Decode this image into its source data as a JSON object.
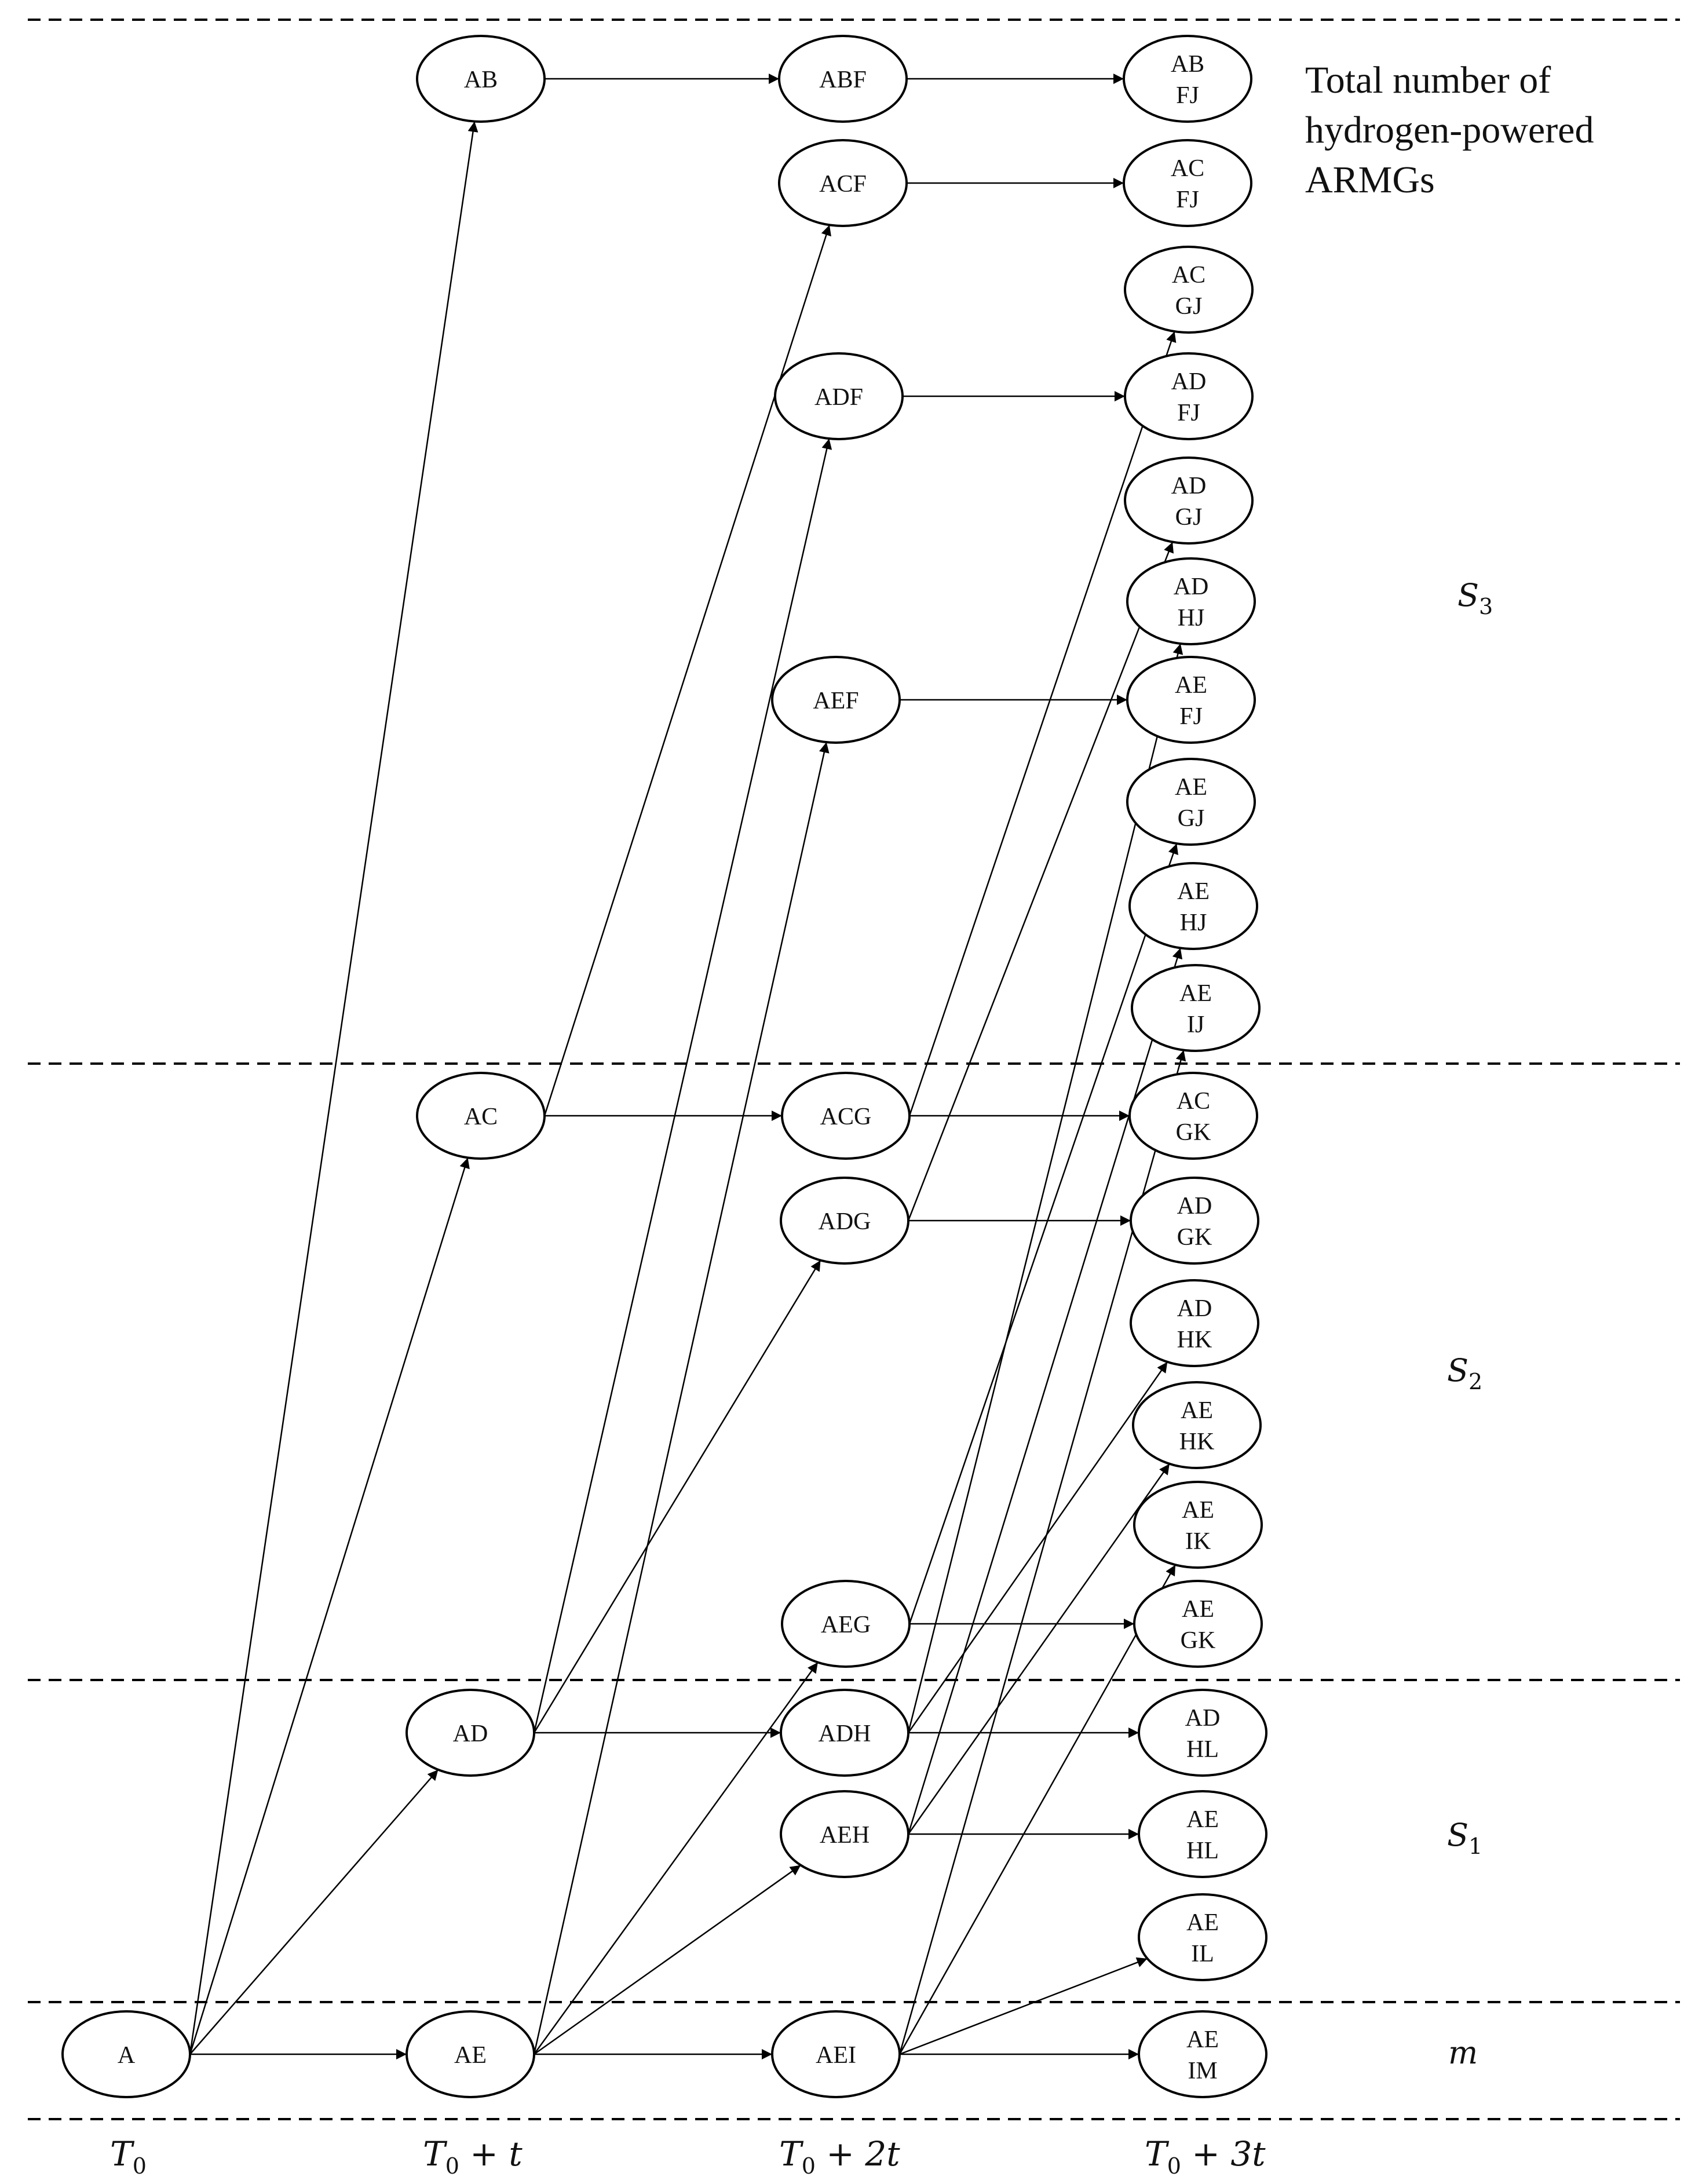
{
  "title_lines": [
    "Total number of",
    "hydrogen-powered",
    "ARMGs"
  ],
  "band_labels": [
    {
      "id": "S3",
      "base": "S",
      "sub": "3"
    },
    {
      "id": "S2",
      "base": "S",
      "sub": "2"
    },
    {
      "id": "S1",
      "base": "S",
      "sub": "1"
    },
    {
      "id": "m",
      "base": "m",
      "sub": ""
    }
  ],
  "time_labels": [
    {
      "base": "T",
      "sub": "0",
      "rest": ""
    },
    {
      "base": "T",
      "sub": "0",
      "rest": " + t"
    },
    {
      "base": "T",
      "sub": "0",
      "rest": " + 2t"
    },
    {
      "base": "T",
      "sub": "0",
      "rest": " + 3t"
    }
  ],
  "nodes": [
    {
      "id": "A",
      "lines": [
        "A"
      ]
    },
    {
      "id": "AB",
      "lines": [
        "AB"
      ]
    },
    {
      "id": "AC",
      "lines": [
        "AC"
      ]
    },
    {
      "id": "AD",
      "lines": [
        "AD"
      ]
    },
    {
      "id": "AE",
      "lines": [
        "AE"
      ]
    },
    {
      "id": "ABF",
      "lines": [
        "ABF"
      ]
    },
    {
      "id": "ACF",
      "lines": [
        "ACF"
      ]
    },
    {
      "id": "ADF",
      "lines": [
        "ADF"
      ]
    },
    {
      "id": "AEF",
      "lines": [
        "AEF"
      ]
    },
    {
      "id": "ACG",
      "lines": [
        "ACG"
      ]
    },
    {
      "id": "ADG",
      "lines": [
        "ADG"
      ]
    },
    {
      "id": "AEG",
      "lines": [
        "AEG"
      ]
    },
    {
      "id": "ADH",
      "lines": [
        "ADH"
      ]
    },
    {
      "id": "AEH",
      "lines": [
        "AEH"
      ]
    },
    {
      "id": "AEI",
      "lines": [
        "AEI"
      ]
    },
    {
      "id": "ABFJ",
      "lines": [
        "AB",
        "FJ"
      ]
    },
    {
      "id": "ACFJ",
      "lines": [
        "AC",
        "FJ"
      ]
    },
    {
      "id": "ACGJ",
      "lines": [
        "AC",
        "GJ"
      ]
    },
    {
      "id": "ADFJ",
      "lines": [
        "AD",
        "FJ"
      ]
    },
    {
      "id": "ADGJ",
      "lines": [
        "AD",
        "GJ"
      ]
    },
    {
      "id": "ADHJ",
      "lines": [
        "AD",
        "HJ"
      ]
    },
    {
      "id": "AEFJ",
      "lines": [
        "AE",
        "FJ"
      ]
    },
    {
      "id": "AEGJ",
      "lines": [
        "AE",
        "GJ"
      ]
    },
    {
      "id": "AEHJ",
      "lines": [
        "AE",
        "HJ"
      ]
    },
    {
      "id": "AEIJ",
      "lines": [
        "AE",
        "IJ"
      ]
    },
    {
      "id": "ACGK",
      "lines": [
        "AC",
        "GK"
      ]
    },
    {
      "id": "ADGK",
      "lines": [
        "AD",
        "GK"
      ]
    },
    {
      "id": "ADHK",
      "lines": [
        "AD",
        "HK"
      ]
    },
    {
      "id": "AEHK",
      "lines": [
        "AE",
        "HK"
      ]
    },
    {
      "id": "AEIK",
      "lines": [
        "AE",
        "IK"
      ]
    },
    {
      "id": "AEGK",
      "lines": [
        "AE",
        "GK"
      ]
    },
    {
      "id": "ADHL",
      "lines": [
        "AD",
        "HL"
      ]
    },
    {
      "id": "AEHL",
      "lines": [
        "AE",
        "HL"
      ]
    },
    {
      "id": "AEIL",
      "lines": [
        "AE",
        "IL"
      ]
    },
    {
      "id": "AEIM",
      "lines": [
        "AE",
        "IM"
      ]
    }
  ],
  "edges": [
    [
      "A",
      "AB"
    ],
    [
      "A",
      "AC"
    ],
    [
      "A",
      "AD"
    ],
    [
      "A",
      "AE"
    ],
    [
      "AB",
      "ABF"
    ],
    [
      "AC",
      "ACF"
    ],
    [
      "AC",
      "ACG"
    ],
    [
      "AD",
      "ADF"
    ],
    [
      "AD",
      "ADG"
    ],
    [
      "AD",
      "ADH"
    ],
    [
      "AE",
      "AEF"
    ],
    [
      "AE",
      "AEG"
    ],
    [
      "AE",
      "AEH"
    ],
    [
      "AE",
      "AEI"
    ],
    [
      "ABF",
      "ABFJ"
    ],
    [
      "ACF",
      "ACFJ"
    ],
    [
      "ADF",
      "ADFJ"
    ],
    [
      "AEF",
      "AEFJ"
    ],
    [
      "ACG",
      "ACGJ"
    ],
    [
      "ACG",
      "ACGK"
    ],
    [
      "ADG",
      "ADGJ"
    ],
    [
      "ADG",
      "ADGK"
    ],
    [
      "AEG",
      "AEGJ"
    ],
    [
      "AEG",
      "AEGK"
    ],
    [
      "ADH",
      "ADHJ"
    ],
    [
      "ADH",
      "ADHK"
    ],
    [
      "ADH",
      "ADHL"
    ],
    [
      "AEH",
      "AEHJ"
    ],
    [
      "AEH",
      "AEHK"
    ],
    [
      "AEH",
      "AEHL"
    ],
    [
      "AEI",
      "AEIJ"
    ],
    [
      "AEI",
      "AEIK"
    ],
    [
      "AEI",
      "AEIL"
    ],
    [
      "AEI",
      "AEIM"
    ]
  ]
}
